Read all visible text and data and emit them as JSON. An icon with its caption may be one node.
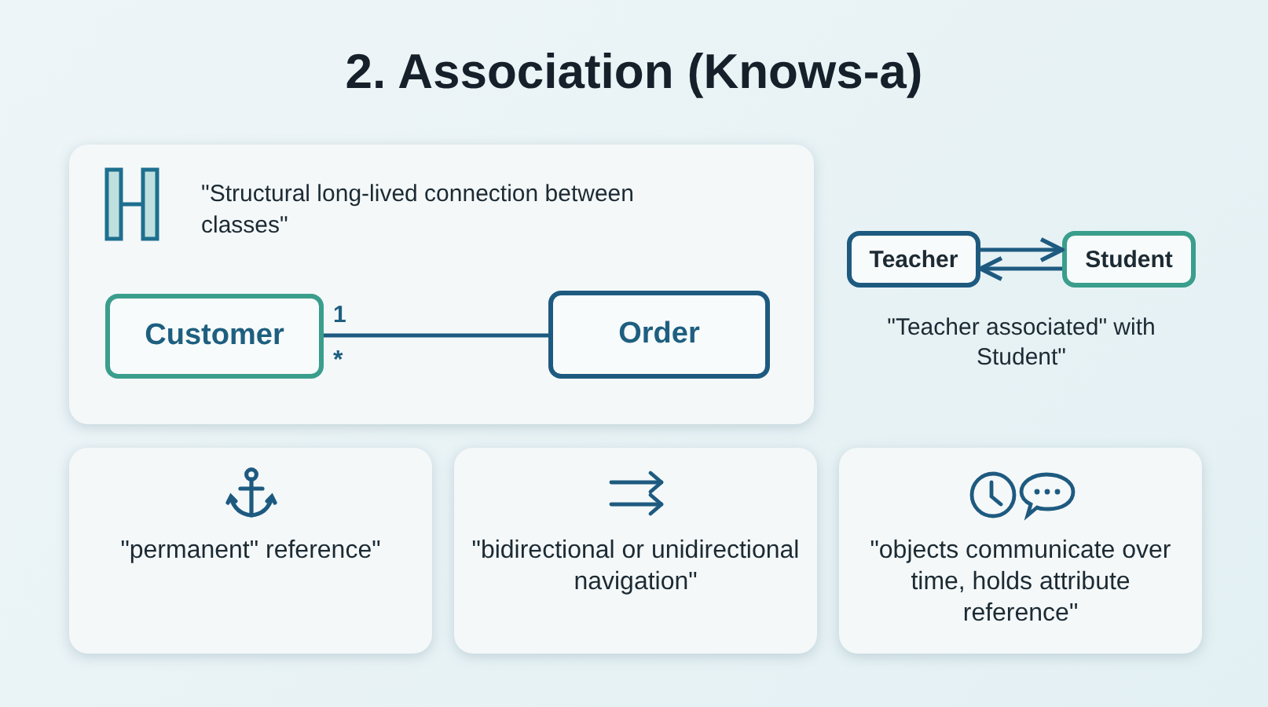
{
  "diagram": {
    "title": "2. Association (Knows-a)",
    "nodes": [
      {
        "text": [
          "\"Structural long-lived connection between classes\""
        ]
      },
      {
        "text": [
          "Customer"
        ],
        "in": 0
      },
      {
        "text": [
          "Order"
        ],
        "in": 0
      },
      {
        "text": [
          "Teacher"
        ]
      },
      {
        "text": [
          "Student"
        ]
      },
      {
        "text": [
          "\"permanent\" reference\""
        ]
      },
      {
        "text": [
          "\"bidirectional or unidirectional navigation\""
        ]
      },
      {
        "text": [
          "\"objects communicate over time, holds attribute reference\""
        ]
      }
    ],
    "edges": [
      {
        "from": 1,
        "to": 2,
        "arrow": "none"
      },
      {
        "from": 3,
        "to": 4,
        "arrow": "to"
      },
      {
        "from": 4,
        "to": 3,
        "arrow": "to"
      }
    ],
    "labels": [
      "1",
      "*",
      "\"Teacher associated\" with Student\""
    ]
  }
}
